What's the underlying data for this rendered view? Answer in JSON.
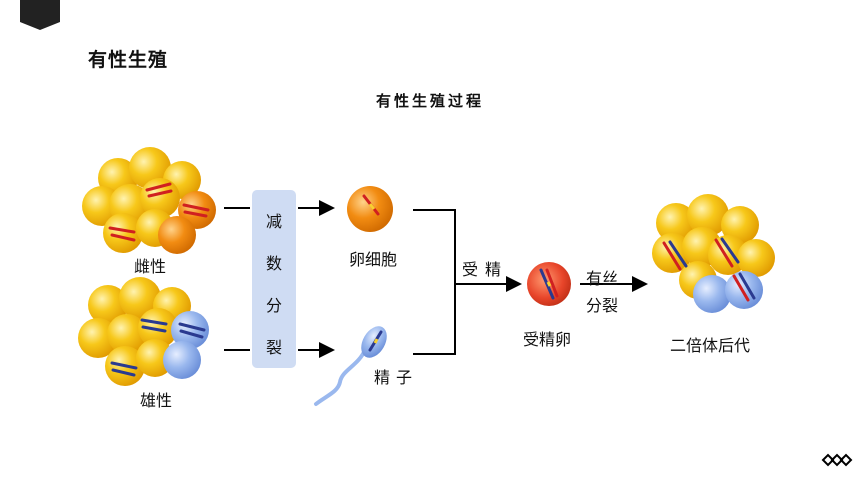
{
  "slide_title": "有性生殖",
  "diagram_title": "有性生殖过程",
  "labels": {
    "female": "雌性",
    "male": "雄性",
    "meiosis": [
      "减",
      "数",
      "分",
      "裂"
    ],
    "egg": "卵细胞",
    "sperm": "精子",
    "fertilization": "受精",
    "zygote": "受精卵",
    "mitosis_line1": "有丝",
    "mitosis_line2": "分裂",
    "offspring": "二倍体后代"
  },
  "icons": [
    "corner-tab-icon",
    "nav-dots-icon"
  ],
  "colors": {
    "cell_yellow": "#f5b800",
    "egg_orange": "#f08a10",
    "sperm_blue": "#8fb0e8",
    "meiosis_box": "#cfdcf3",
    "chromosome_red": "#d02020",
    "chromosome_navy": "#2a3a90"
  }
}
